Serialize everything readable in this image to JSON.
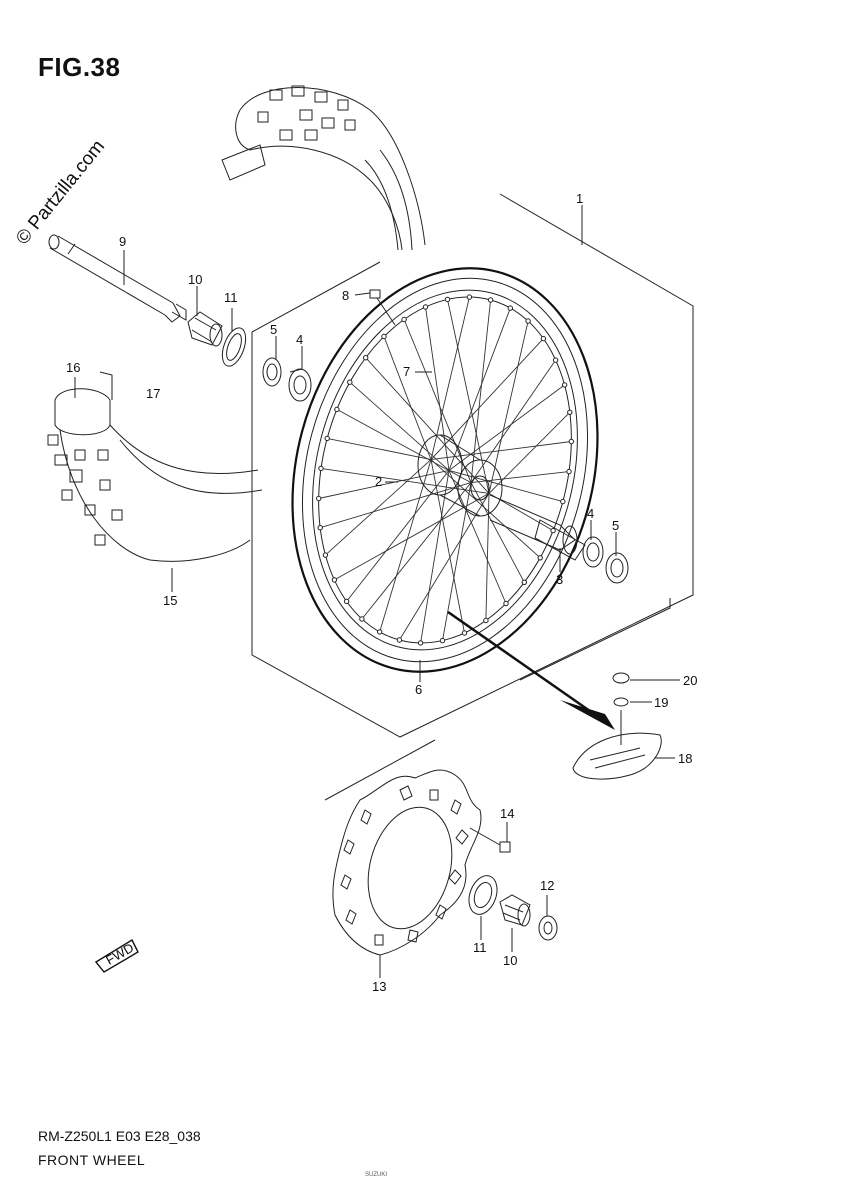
{
  "figure": {
    "title": "FIG.38",
    "watermark": "© Partzilla.com",
    "model_code": "RM-Z250L1 E03 E28_038",
    "caption": "FRONT WHEEL",
    "footer_small": "SUZUKI"
  },
  "callouts": [
    {
      "id": "c1",
      "text": "1"
    },
    {
      "id": "c2",
      "text": "2"
    },
    {
      "id": "c3",
      "text": "3"
    },
    {
      "id": "c4a",
      "text": "4"
    },
    {
      "id": "c4b",
      "text": "4"
    },
    {
      "id": "c5a",
      "text": "5"
    },
    {
      "id": "c5b",
      "text": "5"
    },
    {
      "id": "c6",
      "text": "6"
    },
    {
      "id": "c7",
      "text": "7"
    },
    {
      "id": "c8",
      "text": "8"
    },
    {
      "id": "c9",
      "text": "9"
    },
    {
      "id": "c10a",
      "text": "10"
    },
    {
      "id": "c10b",
      "text": "10"
    },
    {
      "id": "c11a",
      "text": "11"
    },
    {
      "id": "c11b",
      "text": "11"
    },
    {
      "id": "c12",
      "text": "12"
    },
    {
      "id": "c13",
      "text": "13"
    },
    {
      "id": "c14",
      "text": "14"
    },
    {
      "id": "c15",
      "text": "15"
    },
    {
      "id": "c16",
      "text": "16"
    },
    {
      "id": "c17",
      "text": "17"
    },
    {
      "id": "c18",
      "text": "18"
    },
    {
      "id": "c19",
      "text": "19"
    },
    {
      "id": "c20",
      "text": "20"
    }
  ],
  "fwd_icon": {
    "label": "FWD",
    "icon": "forward-arrow-icon"
  }
}
